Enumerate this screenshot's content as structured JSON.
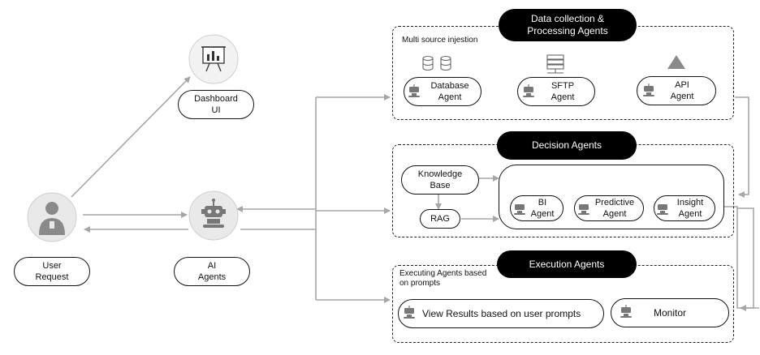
{
  "left": {
    "dashboard_label": "Dashboard\nUI",
    "user_label": "User\nRequest",
    "ai_label": "AI\nAgents"
  },
  "data_collection": {
    "title": "Data collection &\nProcessing Agents",
    "section_label": "Multi source injestion",
    "agents": [
      "Database\nAgent",
      "SFTP\nAgent",
      "API\nAgent"
    ]
  },
  "decision": {
    "title": "Decision Agents",
    "knowledge_base": "Knowledge\nBase",
    "rag": "RAG",
    "agents": [
      "BI\nAgent",
      "Predictive\nAgent",
      "Insight\nAgent"
    ]
  },
  "execution": {
    "title": "Execution Agents",
    "section_label": "Executing Agents based\non prompts",
    "view_results": "View Results based on user prompts",
    "monitor": "Monitor"
  },
  "colors": {
    "arrow": "#a6a6a6",
    "dark": "#000000",
    "icon_gray": "#8a8a8a",
    "circle_fill": "#e9e9e9"
  }
}
